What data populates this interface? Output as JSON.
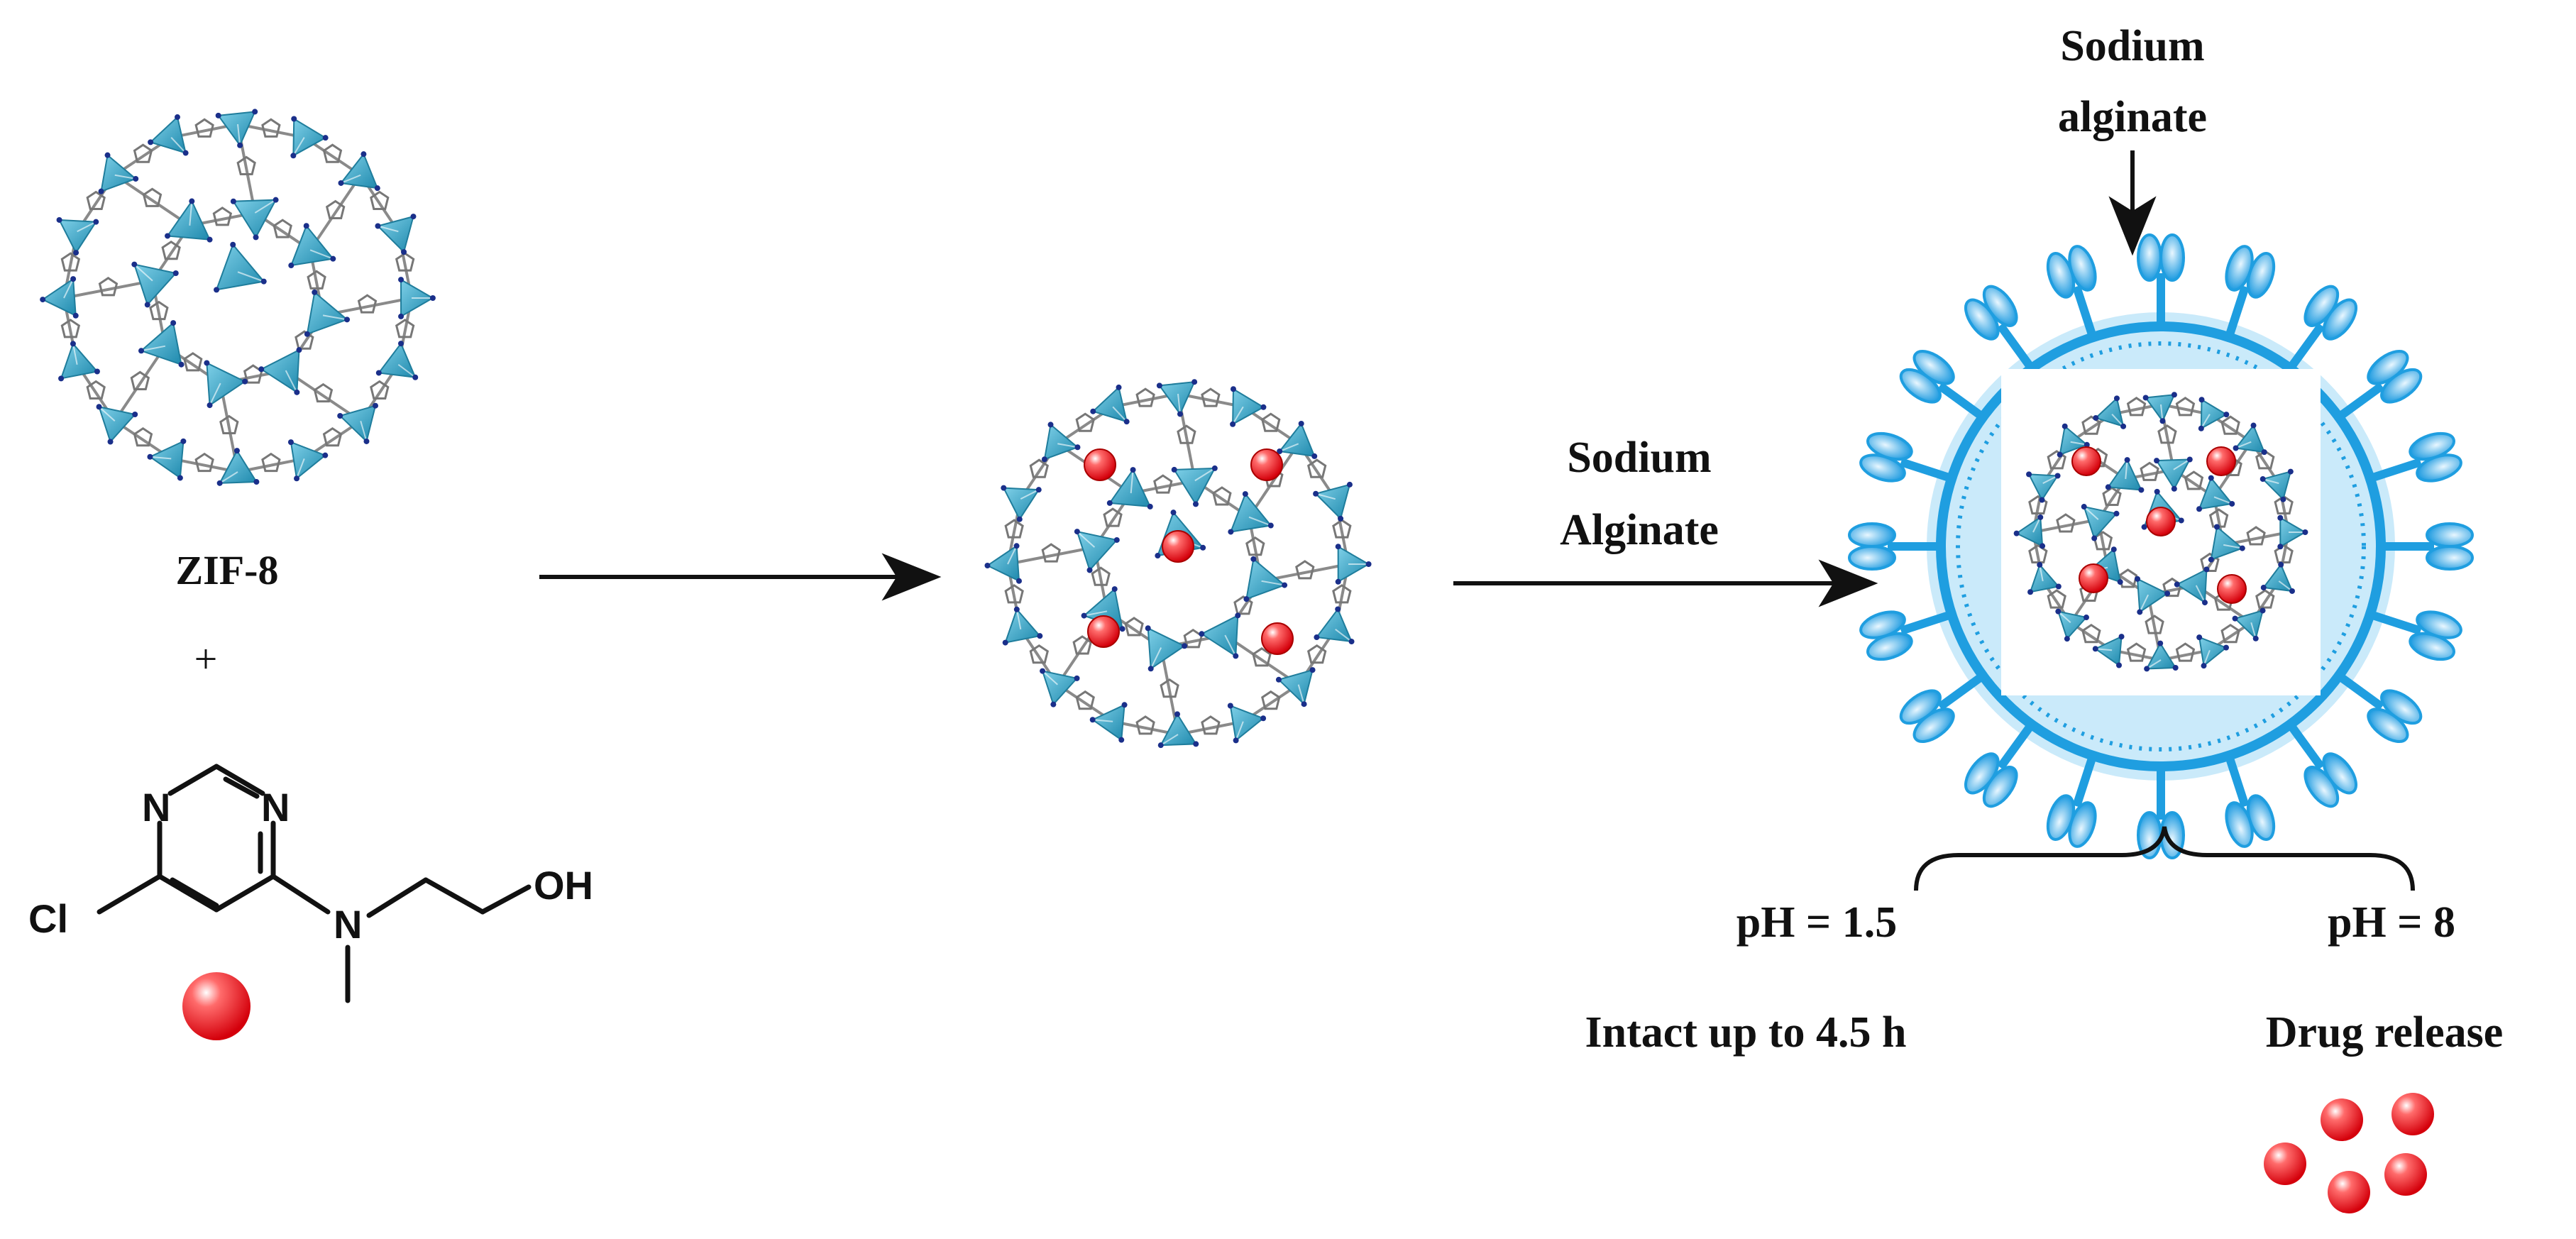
{
  "labels": {
    "zif8": "ZIF-8",
    "plus": "+",
    "sodium_alginate_top_1": "Sodium",
    "sodium_alginate_top_2": "alginate",
    "sodium_alginate_arrow_1": "Sodium",
    "sodium_alginate_arrow_2": "Alginate",
    "ph_low": "pH = 1.5",
    "ph_high": "pH = 8",
    "intact": "Intact up to 4.5 h",
    "drug_release": "Drug release"
  },
  "molecule": {
    "n1": "N",
    "n2": "N",
    "n3": "N",
    "cl": "Cl",
    "oh": "OH"
  },
  "colors": {
    "tetrahedron": "#3aa7c7",
    "tetrahedron_dark": "#1f7d9c",
    "alginate": "#1f9ee0",
    "alginate_light": "#9fd8f5",
    "drug": "#e8131b",
    "linker": "#8a8a8a"
  }
}
